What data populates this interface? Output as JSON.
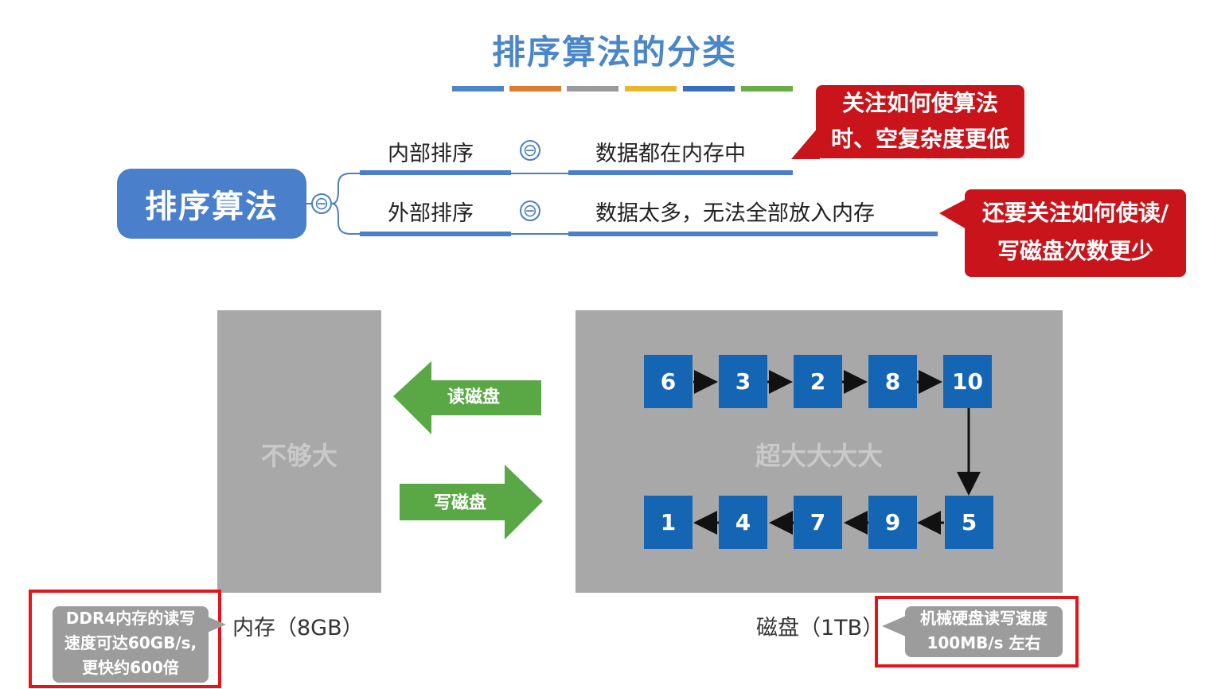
{
  "title": "排序算法的分类",
  "title_bar_colors": [
    "#4a86c8",
    "#e07a30",
    "#9a9a9a",
    "#e8b82a",
    "#3a6fc0",
    "#6aad46"
  ],
  "mindmap": {
    "root_label": "排序算法",
    "collapse_symbol": "⊖",
    "internal": {
      "label": "内部排序",
      "desc": "数据都在内存中"
    },
    "external": {
      "label": "外部排序",
      "desc": "数据太多，无法全部放入内存"
    },
    "callout_internal": {
      "line1": "关注如何使算法",
      "line2": "时、空复杂度更低"
    },
    "callout_external": {
      "line1": "还要关注如何使读/",
      "line2": "写磁盘次数更少"
    }
  },
  "diagram": {
    "memory_text": "不够大",
    "disk_text": "超大大大大",
    "read_label": "读磁盘",
    "write_label": "写磁盘",
    "top_row": [
      "6",
      "3",
      "2",
      "8",
      "10"
    ],
    "bottom_row": [
      "1",
      "4",
      "7",
      "9",
      "5"
    ],
    "memory_caption": "内存（8GB）",
    "disk_caption": "磁盘（1TB）",
    "memory_tip": {
      "line1": "DDR4内存的读写",
      "line2": "速度可达60GB/s,",
      "line3": "更快约600倍"
    },
    "disk_tip": {
      "line1": "机械硬盘读写速度",
      "line2": "100MB/s 左右"
    }
  },
  "colors": {
    "accent_blue": "#4a7fcc",
    "callout_red": "#c8141a",
    "node_blue": "#1565b5",
    "arrow_green": "#5aa845",
    "frame_red": "#e5141b"
  }
}
